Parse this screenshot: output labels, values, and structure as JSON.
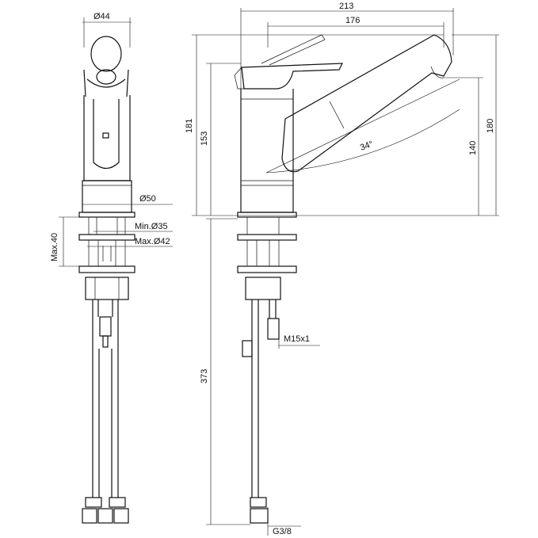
{
  "diagram": {
    "front_view": {
      "dia_top": "Ø44",
      "dia_base": "Ø50",
      "hole_min": "Min.Ø35",
      "hole_max": "Max.Ø42",
      "deck_thickness": "Max.40"
    },
    "side_view": {
      "overall_reach": "213",
      "spout_reach": "176",
      "overall_height": "181",
      "body_height": "153",
      "spout_outlet_height": "140",
      "spout_tip_height": "180",
      "spout_angle": "34°",
      "hose_length": "373",
      "thread_inlet": "M15x1",
      "thread_hose": "G3/8"
    }
  }
}
